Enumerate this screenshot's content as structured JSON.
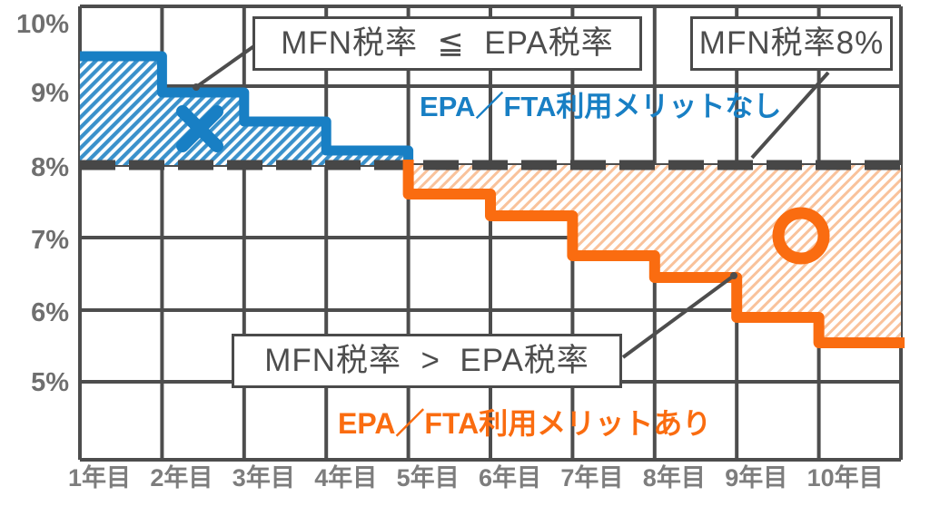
{
  "colors": {
    "epa_above_mfn": "#187fc4",
    "epa_below_mfn": "#fa6c10",
    "mfn_dash_line": "#474747",
    "grid": "#4d4d4d",
    "y_axis_label": "#6f6f6f",
    "x_axis_label": "#7d7d7d",
    "callout_border": "#4a4a4a",
    "callout_text": "#4d4d4d",
    "hatch_blue": "#3a91cb",
    "hatch_orange": "#f9c29b"
  },
  "chart_data": {
    "type": "line",
    "subtype": "step",
    "categories": [
      "1年目",
      "2年目",
      "3年目",
      "4年目",
      "5年目",
      "6年目",
      "7年目",
      "8年目",
      "9年目",
      "10年目"
    ],
    "series": [
      {
        "name": "MFN税率",
        "values": [
          8,
          8,
          8,
          8,
          8,
          8,
          8,
          8,
          8,
          8
        ],
        "style": "dashed",
        "color": "#474747"
      },
      {
        "name": "EPA税率",
        "values": [
          9.5,
          9.0,
          8.6,
          8.2,
          7.6,
          7.3,
          6.75,
          6.45,
          5.9,
          5.55
        ],
        "style": "step",
        "color_above_threshold": "#187fc4",
        "color_below_threshold": "#fa6c10",
        "threshold": 8
      }
    ],
    "yticks": [
      10,
      9,
      8,
      7,
      6,
      5
    ],
    "ytick_labels": [
      "10%",
      "9%",
      "8%",
      "7%",
      "6%",
      "5%"
    ],
    "ylim": [
      3.9,
      10.2
    ],
    "grid": true,
    "legend_position": "none",
    "shaded_regions": [
      {
        "name": "no-merit-area",
        "between": "EPA税率 and MFN税率 where EPA≧MFN",
        "hatch": "diagonal",
        "color": "#3a91cb"
      },
      {
        "name": "merit-area",
        "between": "MFN税率 and EPA税率 where EPA<MFN",
        "hatch": "diagonal",
        "color": "#f9c29b"
      }
    ]
  },
  "annotations": {
    "mfn_le_epa_box": {
      "text": "MFN税率  ≦  EPA税率"
    },
    "mfn8_box": {
      "text": "MFN税率8%"
    },
    "mfn_gt_epa_box": {
      "text": "MFN税率  >  EPA税率"
    },
    "no_merit_note": {
      "text": "EPA／FTA利用メリットなし",
      "color": "#187fc4"
    },
    "merit_note": {
      "text": "EPA／FTA利用メリットあり",
      "color": "#fa6c10"
    },
    "marks": {
      "no_merit_mark": "✕",
      "merit_mark": "○"
    }
  }
}
